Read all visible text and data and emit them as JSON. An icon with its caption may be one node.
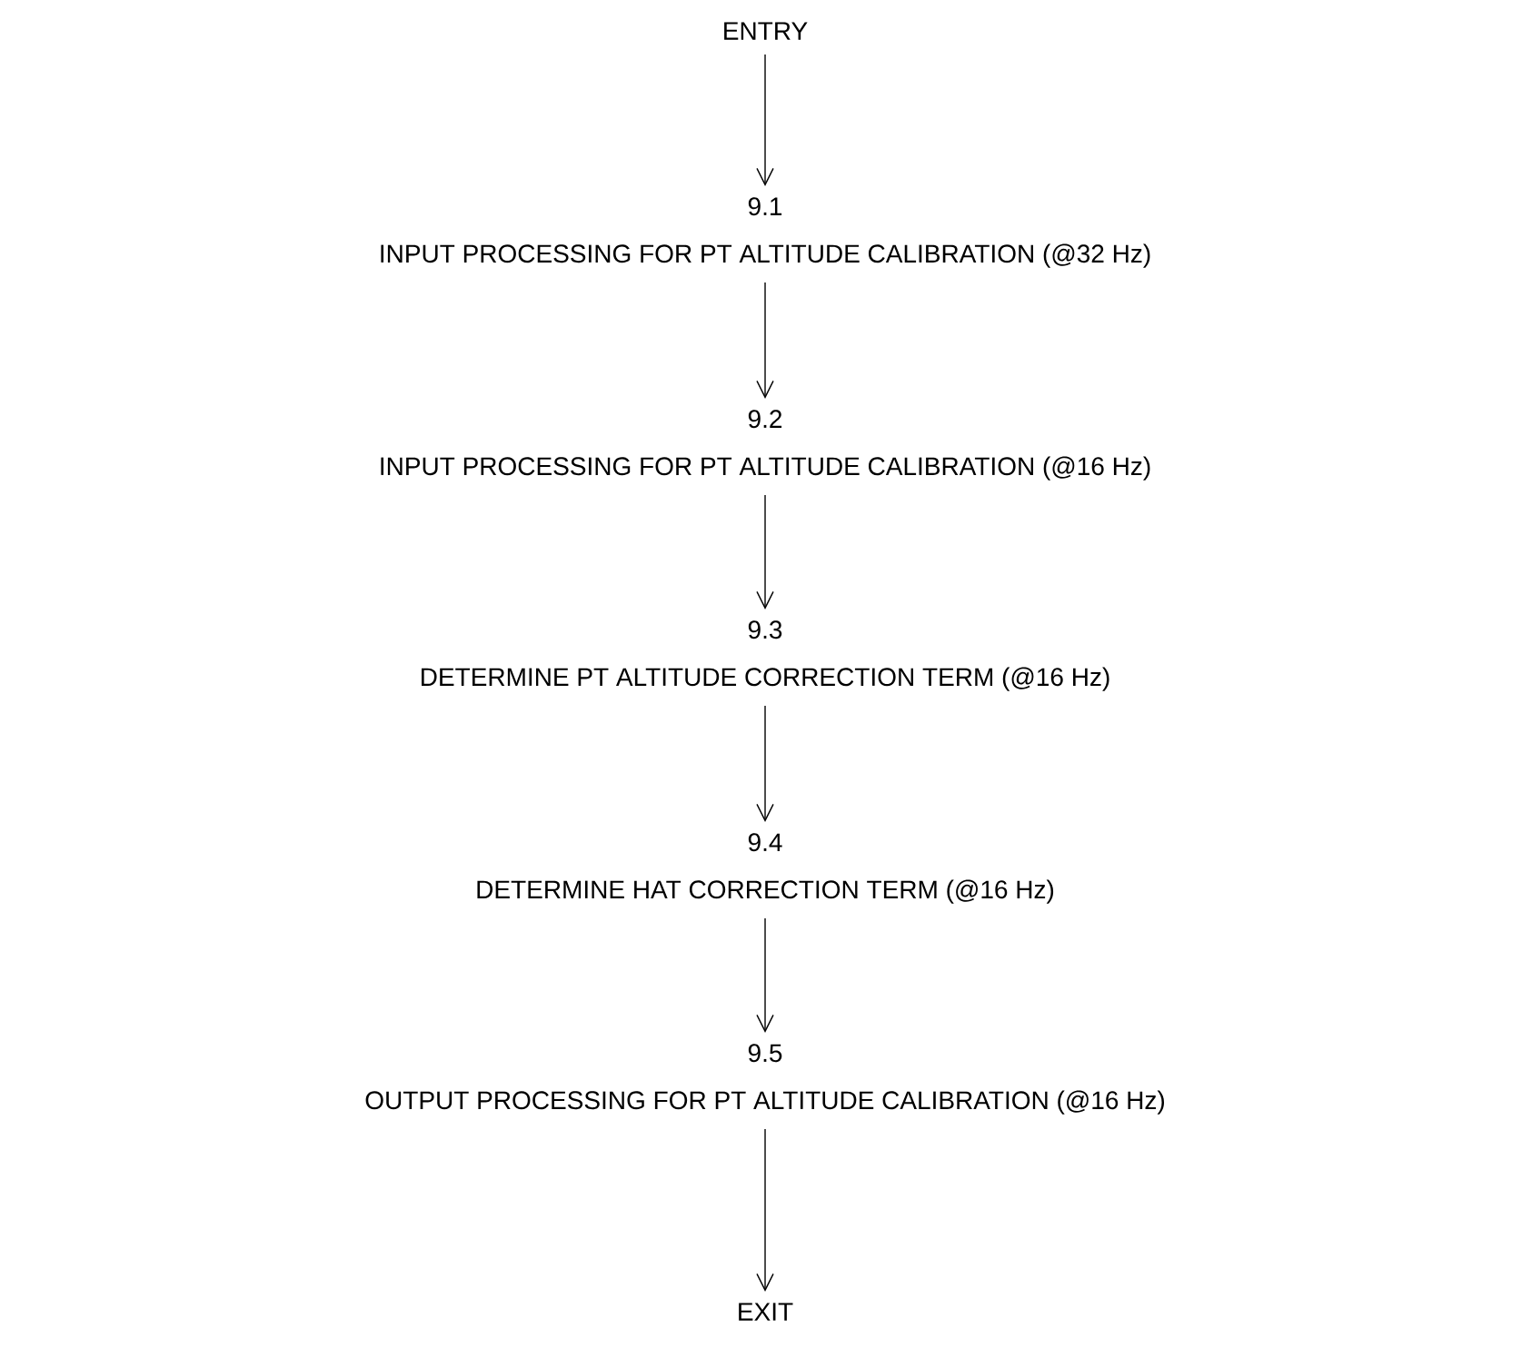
{
  "diagram": {
    "nodes": [
      {
        "text": [
          "ENTRY"
        ]
      },
      {
        "text": [
          "9.1",
          "INPUT PROCESSING FOR PT ALTITUDE CALIBRATION (@32 Hz)"
        ]
      },
      {
        "text": [
          "9.2",
          "INPUT PROCESSING FOR PT ALTITUDE CALIBRATION (@16 Hz)"
        ]
      },
      {
        "text": [
          "9.3",
          "DETERMINE PT ALTITUDE CORRECTION TERM (@16 Hz)"
        ]
      },
      {
        "text": [
          "9.4",
          "DETERMINE HAT CORRECTION TERM (@16 Hz)"
        ]
      },
      {
        "text": [
          "9.5",
          "OUTPUT PROCESSING FOR PT ALTITUDE CALIBRATION (@16 Hz)"
        ]
      },
      {
        "text": [
          "EXIT"
        ]
      }
    ],
    "edges": [
      {
        "from": 0,
        "to": 1,
        "arrow": "to"
      },
      {
        "from": 1,
        "to": 2,
        "arrow": "to"
      },
      {
        "from": 2,
        "to": 3,
        "arrow": "to"
      },
      {
        "from": 3,
        "to": 4,
        "arrow": "to"
      },
      {
        "from": 4,
        "to": 5,
        "arrow": "to"
      },
      {
        "from": 5,
        "to": 6,
        "arrow": "to"
      }
    ]
  }
}
